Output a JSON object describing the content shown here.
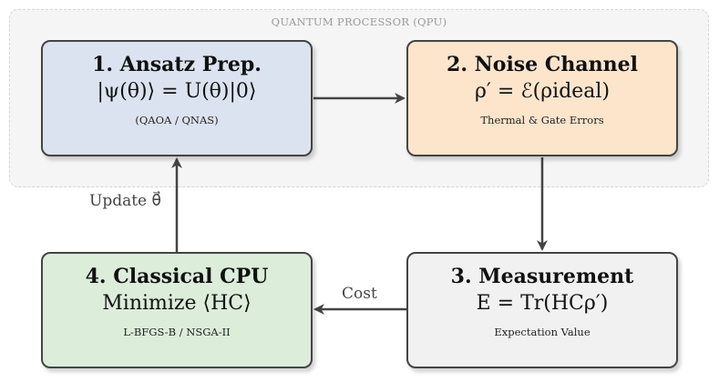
{
  "region": {
    "label": "QUANTUM PROCESSOR (QPU)"
  },
  "steps": [
    {
      "title": "1. Ansatz Prep.",
      "formula": "|ψ(θ)⟩ = U(θ)|0⟩",
      "subtitle": "(QAOA / QNAS)",
      "color": "#dce3f0"
    },
    {
      "title": "2. Noise Channel",
      "formula": "ρ′ = ℰ(ρideal)",
      "subtitle": "Thermal & Gate Errors",
      "color": "#fde5cc"
    },
    {
      "title": "3. Measurement",
      "formula": "E = Tr(HCρ′)",
      "subtitle": "Expectation Value",
      "color": "#f1f1f1"
    },
    {
      "title": "4. Classical CPU",
      "formula": "Minimize ⟨HC⟩",
      "subtitle": "L-BFGS-B / NSGA-II",
      "color": "#dcedda"
    }
  ],
  "edges": [
    {
      "from": "1. Ansatz Prep.",
      "to": "2. Noise Channel",
      "label": ""
    },
    {
      "from": "2. Noise Channel",
      "to": "3. Measurement",
      "label": ""
    },
    {
      "from": "3. Measurement",
      "to": "4. Classical CPU",
      "label": "Cost"
    },
    {
      "from": "4. Classical CPU",
      "to": "1. Ansatz Prep.",
      "label": "Update θ⃗"
    }
  ]
}
